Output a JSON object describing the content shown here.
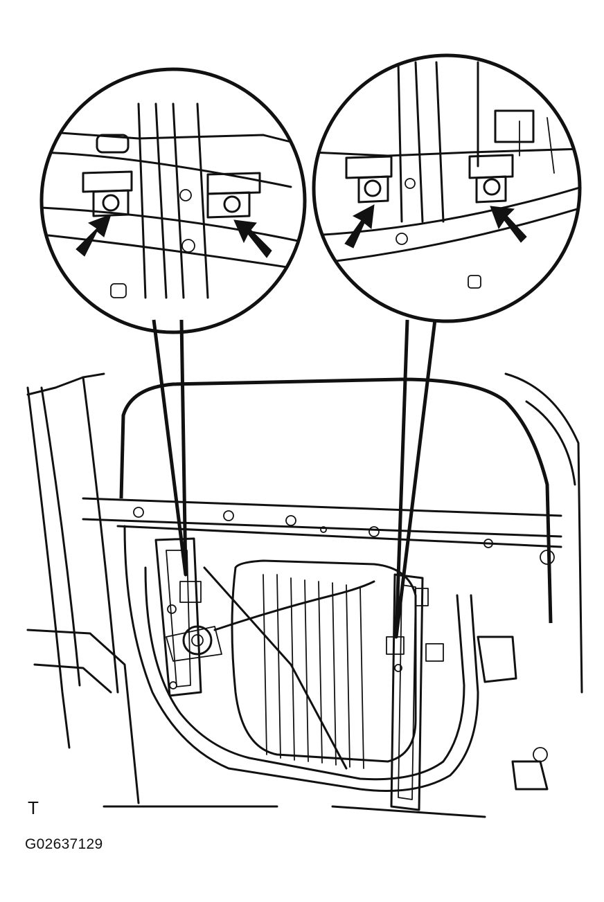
{
  "labels": {
    "view_mark": "T",
    "figure_id": "G02637129"
  },
  "colors": {
    "ink": "#111111",
    "background": "#ffffff"
  },
  "callouts": [
    {
      "name": "left-callout",
      "arrows": 2
    },
    {
      "name": "right-callout",
      "arrows": 2
    }
  ]
}
